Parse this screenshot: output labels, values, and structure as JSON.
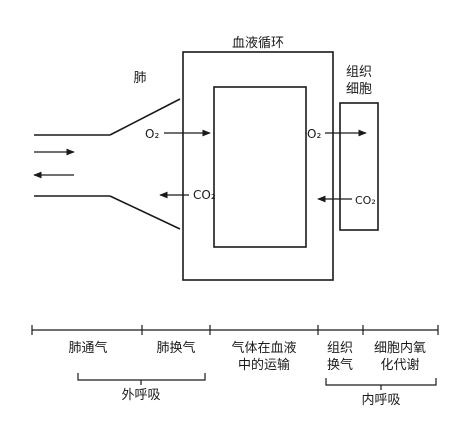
{
  "diagram": {
    "top_labels": {
      "blood_circulation": "血液循环",
      "lung": "肺",
      "tissue_cells_line1": "组织",
      "tissue_cells_line2": "细胞"
    },
    "gases": {
      "o2_left": "O₂",
      "co2_left": "CO₂",
      "o2_right": "O₂",
      "co2_right": "CO₂"
    },
    "stages": [
      {
        "line1": "肺通气",
        "line2": ""
      },
      {
        "line1": "肺换气",
        "line2": ""
      },
      {
        "line1": "气体在血液",
        "line2": "中的运输"
      },
      {
        "line1": "组织",
        "line2": "换气"
      },
      {
        "line1": "细胞内氧",
        "line2": "化代谢"
      }
    ],
    "groups": {
      "external_respiration": "外呼吸",
      "internal_respiration": "内呼吸"
    }
  }
}
